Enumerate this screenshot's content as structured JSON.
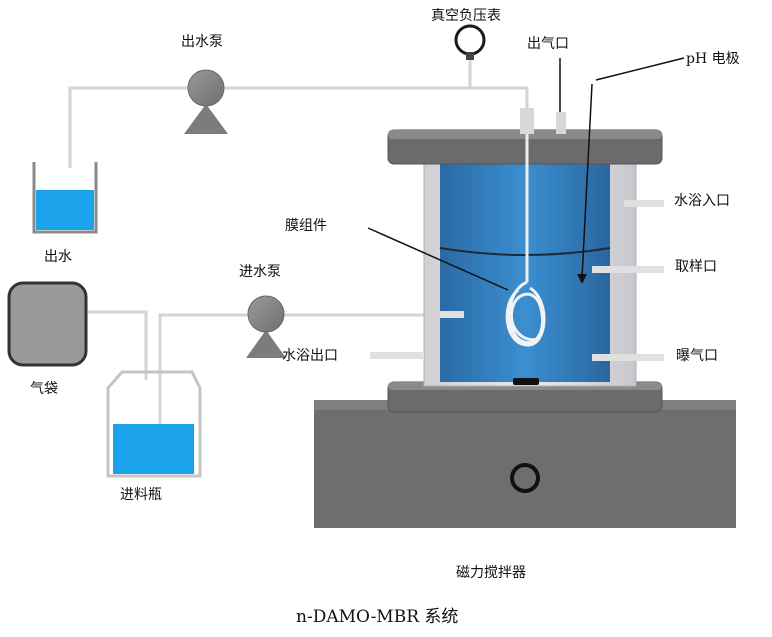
{
  "labels": {
    "vacuum_gauge": "真空负压表",
    "outlet_pump": "出水泵",
    "gas_outlet": "出气口",
    "ph_electrode": "pH 电极",
    "outflow": "出水",
    "membrane": "膜组件",
    "bath_inlet": "水浴入口",
    "sampling": "取样口",
    "inlet_pump": "进水泵",
    "gas_bag": "气袋",
    "bath_outlet": "水浴出口",
    "aeration": "曝气口",
    "feed_bottle": "进料瓶",
    "stirrer": "磁力搅拌器",
    "caption": "n-DAMO-MBR 系统"
  },
  "colors": {
    "water": "#1aa3ea",
    "reactor_liquid": "#2f78b6",
    "pipe": "#d4d4d4",
    "metal": "#777777",
    "base": "#6e6e6e"
  }
}
